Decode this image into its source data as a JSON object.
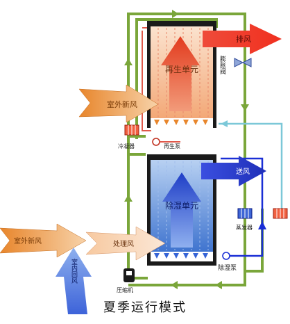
{
  "labels": {
    "regen_unit": "再生单元",
    "dehum_unit": "除湿单元",
    "exhaust": "排风",
    "expansion_valve": "膨胀阀",
    "outdoor_fresh_air_top": "室外新风",
    "condenser": "冷凝器",
    "regen_pump": "再生泵",
    "supply_air": "送风",
    "evaporator": "蒸发器",
    "outdoor_fresh_air_bottom": "室外新风",
    "treated_air": "处理风",
    "dehum_pump": "除湿泵",
    "compressor": "压缩机",
    "indoor_return_air": "室内回风"
  },
  "caption": "夏季运行模式",
  "colors": {
    "refrigerant_line": "#7aa63a",
    "hot_water_line": "#e0584a",
    "cold_water_line": "#1a2fd6",
    "cyan_line": "#7cc8d8",
    "regen_fill": "#f7c49a",
    "dehum_fill": "#6d9de0",
    "hot_arrow": "#e8452a",
    "cold_arrow": "#2a4fd4",
    "fresh_air_arrow": "#e88a2e",
    "supply_arrow": "#2f42d8",
    "return_air_arrow": "#2b5fd8"
  }
}
